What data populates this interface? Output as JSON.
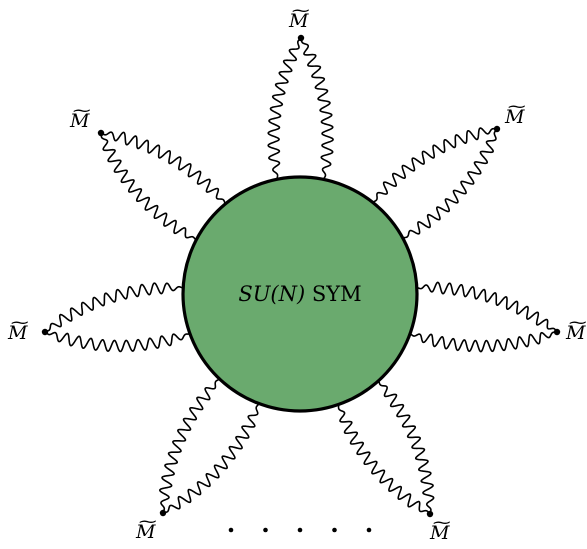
{
  "blob": {
    "label_group": "SU(N)",
    "label_suffix": "SYM",
    "fill": "#6aaa6e",
    "stroke": "#000000"
  },
  "vertex_label": "M",
  "vertex_label_accent": "~",
  "ellipsis": ". . . . ."
}
